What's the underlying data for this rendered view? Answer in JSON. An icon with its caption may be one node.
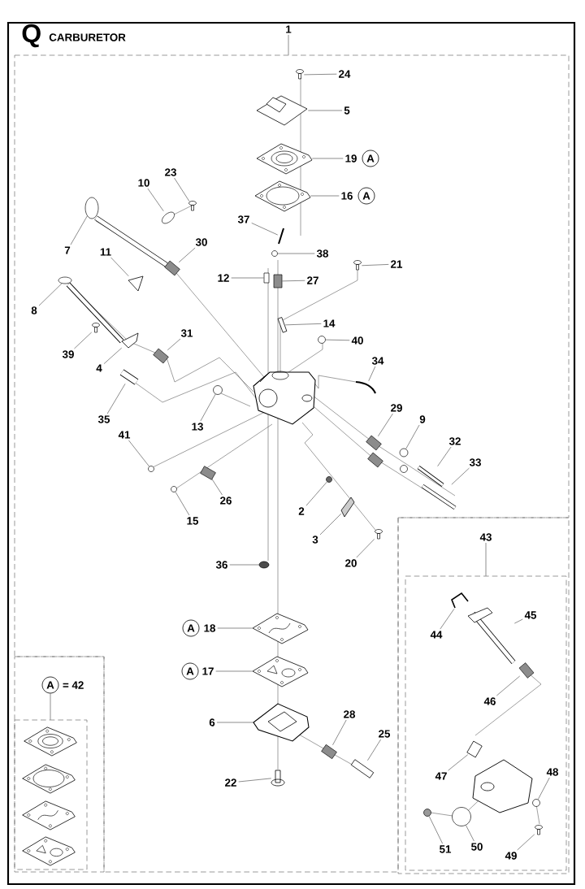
{
  "diagram": {
    "title": "CARBURETOR",
    "nodes": [
      {
        "text": [],
        "shape": "box"
      },
      {
        "text": [
          "1"
        ]
      },
      {
        "text": [
          "24"
        ],
        "in": 0
      },
      {
        "text": [
          "5"
        ],
        "in": 0
      },
      {
        "text": [
          "19"
        ],
        "in": 0
      },
      {
        "text": [
          "A"
        ],
        "in": 0
      },
      {
        "text": [
          "16"
        ],
        "in": 0
      },
      {
        "text": [
          "A"
        ],
        "in": 0
      },
      {
        "text": [
          "23"
        ],
        "in": 0
      },
      {
        "text": [
          "10"
        ],
        "in": 0
      },
      {
        "text": [
          "37"
        ],
        "in": 0
      },
      {
        "text": [
          "7"
        ],
        "in": 0
      },
      {
        "text": [
          "30"
        ],
        "in": 0
      },
      {
        "text": [
          "11"
        ],
        "in": 0
      },
      {
        "text": [
          "38"
        ],
        "in": 0
      },
      {
        "text": [
          "21"
        ],
        "in": 0
      },
      {
        "text": [
          "12"
        ],
        "in": 0
      },
      {
        "text": [
          "27"
        ],
        "in": 0
      },
      {
        "text": [
          "8"
        ],
        "in": 0
      },
      {
        "text": [
          "14"
        ],
        "in": 0
      },
      {
        "text": [
          "31"
        ],
        "in": 0
      },
      {
        "text": [
          "40"
        ],
        "in": 0
      },
      {
        "text": [
          "39"
        ],
        "in": 0
      },
      {
        "text": [
          "34"
        ],
        "in": 0
      },
      {
        "text": [
          "4"
        ],
        "in": 0
      },
      {
        "text": [
          "13"
        ],
        "in": 0
      },
      {
        "text": [
          "35"
        ],
        "in": 0
      },
      {
        "text": [
          "29"
        ],
        "in": 0
      },
      {
        "text": [
          "9"
        ],
        "in": 0
      },
      {
        "text": [
          "41"
        ],
        "in": 0
      },
      {
        "text": [
          "32"
        ],
        "in": 0
      },
      {
        "text": [
          "33"
        ],
        "in": 0
      },
      {
        "text": [
          "26"
        ],
        "in": 0
      },
      {
        "text": [
          "2"
        ],
        "in": 0
      },
      {
        "text": [
          "15"
        ],
        "in": 0
      },
      {
        "text": [
          "3"
        ],
        "in": 0
      },
      {
        "text": [
          "20"
        ],
        "in": 0
      },
      {
        "text": [
          "36"
        ],
        "in": 0
      },
      {
        "text": [
          "A"
        ],
        "in": 0
      },
      {
        "text": [
          "18"
        ],
        "in": 0
      },
      {
        "text": [
          "A"
        ],
        "in": 0
      },
      {
        "text": [
          "17"
        ],
        "in": 0
      },
      {
        "text": [
          "6"
        ],
        "in": 0
      },
      {
        "text": [
          "28"
        ],
        "in": 0
      },
      {
        "text": [
          "25"
        ],
        "in": 0
      },
      {
        "text": [
          "22"
        ],
        "in": 0
      },
      {
        "text": [],
        "shape": "box"
      },
      {
        "text": [
          "43"
        ],
        "in": 46
      },
      {
        "text": [],
        "shape": "box",
        "in": 46
      },
      {
        "text": [
          "44"
        ],
        "in": 48
      },
      {
        "text": [
          "45"
        ],
        "in": 48
      },
      {
        "text": [
          "46"
        ],
        "in": 48
      },
      {
        "text": [
          "47"
        ],
        "in": 48
      },
      {
        "text": [
          "48"
        ],
        "in": 48
      },
      {
        "text": [
          "50"
        ],
        "in": 48
      },
      {
        "text": [
          "51"
        ],
        "in": 48
      },
      {
        "text": [
          "49"
        ],
        "in": 48
      },
      {
        "text": [],
        "shape": "box"
      },
      {
        "text": [
          "A"
        ],
        "beside": [
          "= 42"
        ],
        "in": 57
      },
      {
        "text": [],
        "shape": "box",
        "in": 57
      },
      {
        "text": [],
        "shape": "picture",
        "in": 0
      },
      {
        "text": [],
        "shape": "picture",
        "in": 0
      },
      {
        "text": [],
        "shape": "picture",
        "in": 0
      },
      {
        "text": [],
        "shape": "picture",
        "in": 0
      },
      {
        "text": [],
        "shape": "picture",
        "in": 0
      },
      {
        "text": [],
        "shape": "picture",
        "in": 0
      },
      {
        "text": [],
        "shape": "picture",
        "in": 0
      },
      {
        "text": [],
        "shape": "circle",
        "in": 0
      },
      {
        "text": [],
        "shape": "picture",
        "in": 0
      },
      {
        "text": [],
        "shape": "picture",
        "in": 0
      },
      {
        "text": [],
        "shape": "circle",
        "in": 0
      },
      {
        "text": [],
        "shape": "picture",
        "in": 0
      },
      {
        "text": [],
        "shape": "box",
        "in": 0
      },
      {
        "text": [],
        "shape": "bar",
        "in": 0
      },
      {
        "text": [],
        "shape": "circle",
        "in": 0
      },
      {
        "text": [],
        "shape": "picture",
        "in": 0
      },
      {
        "text": [],
        "shape": "picture",
        "in": 0
      },
      {
        "text": [],
        "shape": "circle",
        "in": 0
      },
      {
        "text": [],
        "shape": "picture",
        "in": 0
      },
      {
        "text": [],
        "shape": "picture",
        "in": 0
      },
      {
        "text": [],
        "shape": "picture",
        "in": 0
      },
      {
        "text": [],
        "shape": "circle",
        "in": 0
      },
      {
        "text": [],
        "shape": "picture",
        "in": 0
      },
      {
        "text": [],
        "shape": "picture",
        "in": 0
      },
      {
        "text": [],
        "shape": "circle",
        "in": 0
      },
      {
        "text": [],
        "shape": "circle",
        "in": 0
      },
      {
        "text": [],
        "shape": "picture",
        "in": 0
      },
      {
        "text": [],
        "shape": "picture",
        "in": 0
      },
      {
        "text": [],
        "shape": "picture",
        "in": 0
      },
      {
        "text": [],
        "shape": "circle",
        "in": 0
      },
      {
        "text": [],
        "shape": "circle",
        "in": 0
      },
      {
        "text": [],
        "shape": "picture",
        "in": 0
      },
      {
        "text": [],
        "shape": "picture",
        "in": 0
      },
      {
        "text": [],
        "shape": "circle",
        "in": 0
      },
      {
        "text": [],
        "shape": "picture",
        "in": 0
      },
      {
        "text": [],
        "shape": "picture",
        "in": 0
      },
      {
        "text": [],
        "shape": "picture",
        "in": 0
      },
      {
        "text": [],
        "shape": "picture",
        "in": 0
      },
      {
        "text": [],
        "shape": "picture",
        "in": 0
      },
      {
        "text": [],
        "shape": "picture",
        "in": 0
      },
      {
        "text": [],
        "shape": "picture",
        "in": 48
      },
      {
        "text": [],
        "shape": "picture",
        "in": 48
      },
      {
        "text": [],
        "shape": "picture",
        "in": 48
      },
      {
        "text": [],
        "shape": "picture",
        "in": 48
      },
      {
        "text": [],
        "shape": "circle",
        "in": 48
      },
      {
        "text": [],
        "shape": "circle",
        "in": 48
      },
      {
        "text": [],
        "shape": "circle",
        "in": 48
      },
      {
        "text": [],
        "shape": "picture",
        "in": 48
      }
    ],
    "edges": [
      {
        "from": 1,
        "to": 0,
        "arrow": "none"
      },
      {
        "from": 47,
        "to": 48,
        "arrow": "none"
      },
      {
        "from": 58,
        "to": 59,
        "arrow": "none"
      },
      {
        "from": 2,
        "to": 60,
        "arrow": "none"
      },
      {
        "from": 3,
        "to": 61,
        "arrow": "none"
      },
      {
        "from": 4,
        "to": 62,
        "arrow": "none"
      },
      {
        "from": 6,
        "to": 63,
        "arrow": "none"
      },
      {
        "from": 8,
        "to": 64,
        "arrow": "none"
      },
      {
        "from": 9,
        "to": 65,
        "arrow": "none"
      },
      {
        "from": 10,
        "to": 66,
        "arrow": "none"
      },
      {
        "from": 11,
        "to": 67,
        "arrow": "none"
      },
      {
        "from": 12,
        "to": 68,
        "arrow": "none"
      },
      {
        "from": 13,
        "to": 69,
        "arrow": "none"
      },
      {
        "from": 14,
        "to": 70,
        "arrow": "none"
      },
      {
        "from": 15,
        "to": 71,
        "arrow": "none"
      },
      {
        "from": 16,
        "to": 72,
        "arrow": "none"
      },
      {
        "from": 17,
        "to": 73,
        "arrow": "none"
      },
      {
        "from": 18,
        "to": 74,
        "arrow": "none"
      },
      {
        "from": 19,
        "to": 75,
        "arrow": "none"
      },
      {
        "from": 20,
        "to": 76,
        "arrow": "none"
      },
      {
        "from": 21,
        "to": 77,
        "arrow": "none"
      },
      {
        "from": 22,
        "to": 78,
        "arrow": "none"
      },
      {
        "from": 23,
        "to": 79,
        "arrow": "none"
      },
      {
        "from": 24,
        "to": 80,
        "arrow": "none"
      },
      {
        "from": 25,
        "to": 81,
        "arrow": "none"
      },
      {
        "from": 26,
        "to": 82,
        "arrow": "none"
      },
      {
        "from": 27,
        "to": 83,
        "arrow": "none"
      },
      {
        "from": 28,
        "to": 84,
        "arrow": "none"
      },
      {
        "from": 29,
        "to": 85,
        "arrow": "none"
      },
      {
        "from": 30,
        "to": 86,
        "arrow": "none"
      },
      {
        "from": 31,
        "to": 87,
        "arrow": "none"
      },
      {
        "from": 32,
        "to": 88,
        "arrow": "none"
      },
      {
        "from": 33,
        "to": 89,
        "arrow": "none"
      },
      {
        "from": 34,
        "to": 90,
        "arrow": "none"
      },
      {
        "from": 35,
        "to": 91,
        "arrow": "none"
      },
      {
        "from": 36,
        "to": 92,
        "arrow": "none"
      },
      {
        "from": 37,
        "to": 93,
        "arrow": "none"
      },
      {
        "from": 39,
        "to": 94,
        "arrow": "none"
      },
      {
        "from": 41,
        "to": 95,
        "arrow": "none"
      },
      {
        "from": 42,
        "to": 96,
        "arrow": "none"
      },
      {
        "from": 43,
        "to": 97,
        "arrow": "none"
      },
      {
        "from": 44,
        "to": 98,
        "arrow": "none"
      },
      {
        "from": 45,
        "to": 99,
        "arrow": "none"
      },
      {
        "from": 49,
        "to": 100,
        "arrow": "none"
      },
      {
        "from": 50,
        "to": 101,
        "arrow": "none"
      },
      {
        "from": 51,
        "to": 102,
        "arrow": "none"
      },
      {
        "from": 52,
        "to": 103,
        "arrow": "none"
      },
      {
        "from": 53,
        "to": 104,
        "arrow": "none"
      },
      {
        "from": 54,
        "to": 105,
        "arrow": "none"
      },
      {
        "from": 55,
        "to": 106,
        "arrow": "none"
      },
      {
        "from": 56,
        "to": 107,
        "arrow": "none"
      }
    ],
    "labels": [
      "Q"
    ]
  }
}
